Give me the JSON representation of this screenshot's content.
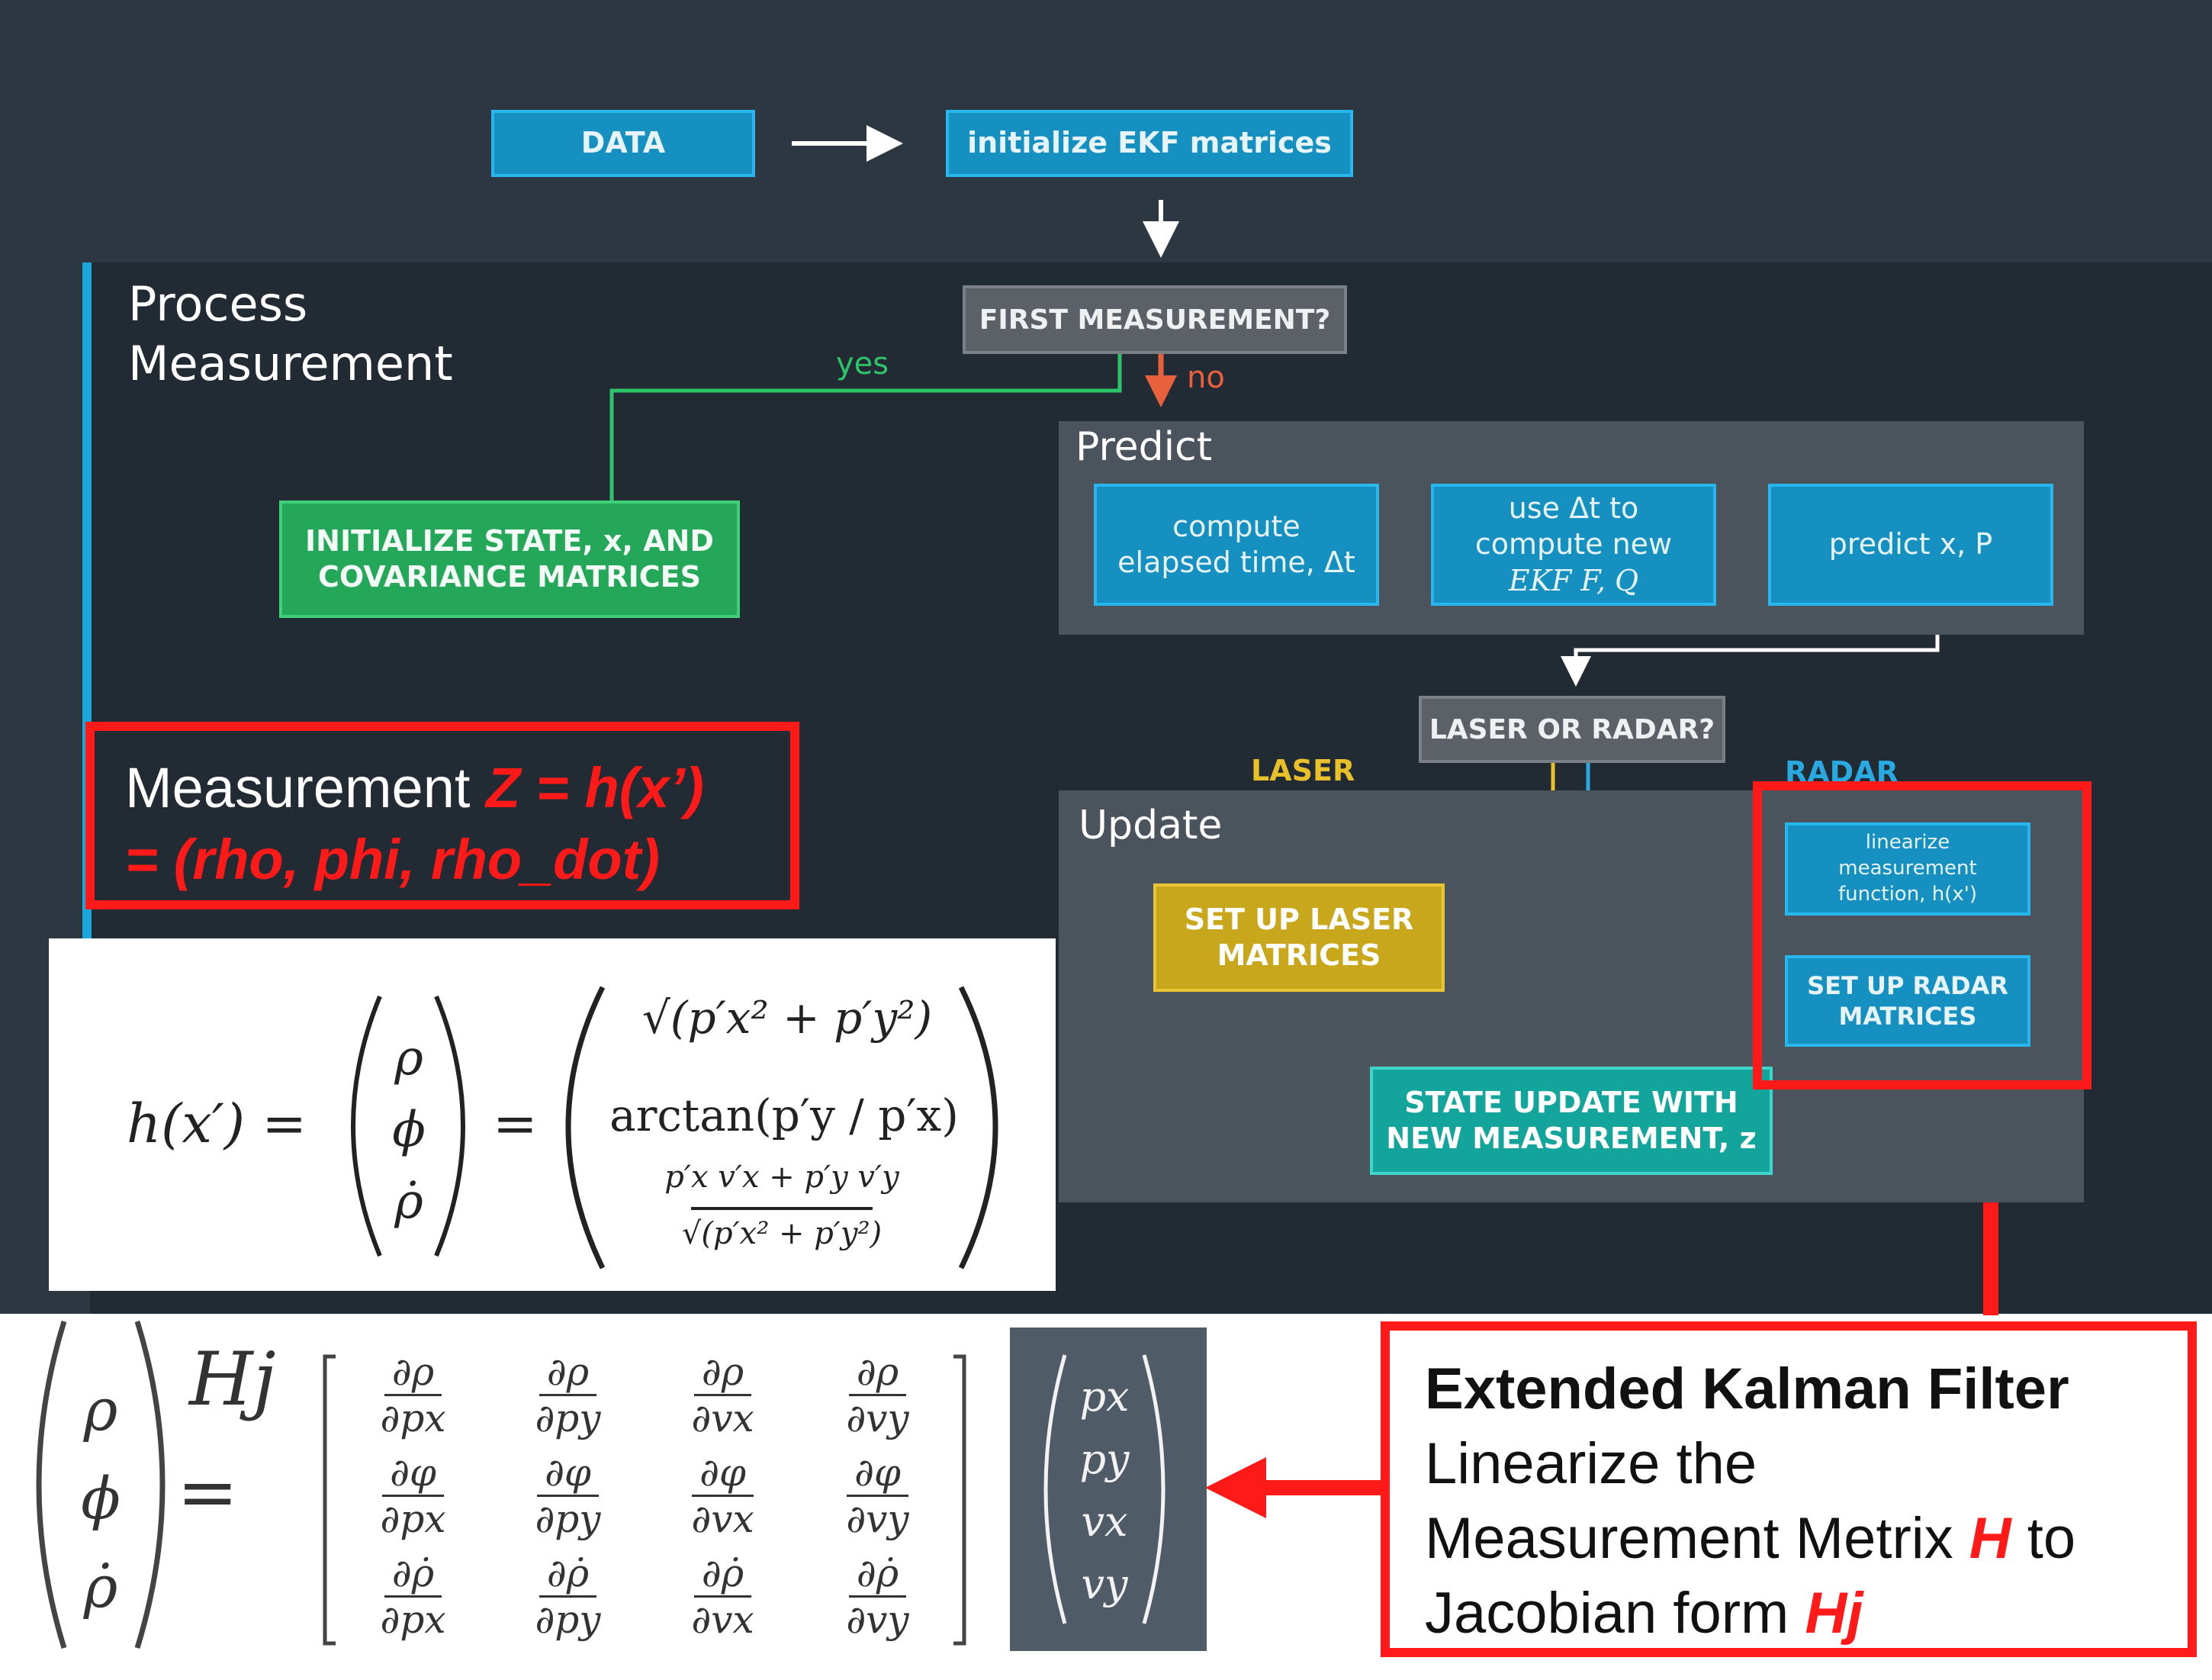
{
  "flow": {
    "data": "DATA",
    "init_ekf": "initialize EKF matrices",
    "process_title_1": "Process",
    "process_title_2": "Measurement",
    "first_measurement": "FIRST MEASUREMENT?",
    "yes": "yes",
    "no": "no",
    "init_state_1": "INITIALIZE STATE, x, AND",
    "init_state_2": "COVARIANCE MATRICES",
    "predict_title": "Predict",
    "compute_1": "compute",
    "compute_2": "elapsed time, Δt",
    "use_dt_1": "use Δt to",
    "use_dt_2": "compute new",
    "use_dt_3": "EKF F, Q",
    "predict_xp": "predict x, P",
    "laser_or_radar": "LASER OR RADAR?",
    "laser": "LASER",
    "radar": "RADAR",
    "update_title": "Update",
    "setup_laser_1": "SET UP LASER",
    "setup_laser_2": "MATRICES",
    "linearize_1": "linearize",
    "linearize_2": "measurement",
    "linearize_3": "function, h(x')",
    "setup_radar_1": "SET UP RADAR",
    "setup_radar_2": "MATRICES",
    "state_update_1": "STATE UPDATE WITH",
    "state_update_2": "NEW MEASUREMENT, z"
  },
  "annotation_measurement": {
    "line1_plain": "Measurement ",
    "line1_red": "Z = h(x’)",
    "line2_red": "= (rho, phi, rho_dot)"
  },
  "equation_h": {
    "lhs": "h(x′) =",
    "vec": [
      "ρ",
      "ϕ",
      "ρ̇"
    ],
    "eq": "=",
    "row1": "√(p′x² + p′y²)",
    "row2": "arctan(p′y / p′x)",
    "row3_num": "p′x v′x + p′y v′y",
    "row3_den": "√(p′x² + p′y²)"
  },
  "equation_jacobian": {
    "vec": [
      "ρ",
      "ϕ",
      "ρ̇"
    ],
    "hj": "Hj",
    "eq": "=",
    "numerators": [
      "∂ρ",
      "∂φ",
      "∂ρ̇"
    ],
    "denominators": [
      "∂px",
      "∂py",
      "∂vx",
      "∂vy"
    ],
    "state": [
      "px",
      "py",
      "vx",
      "vy"
    ]
  },
  "annotation_ekf": {
    "title": "Extended Kalman Filter",
    "line2": "Linearize the",
    "line3_plain": "Measurement Metrix ",
    "line3_red": "H",
    "line3_tail": " to",
    "line4_plain": "Jacobian form ",
    "line4_red": "Hj"
  },
  "colors": {
    "slide_bg": "#2d3741",
    "blue": "#1590c0",
    "green": "#24a758",
    "yellow": "#c9a71d",
    "teal": "#13a59c",
    "red": "#ff1a1a"
  }
}
